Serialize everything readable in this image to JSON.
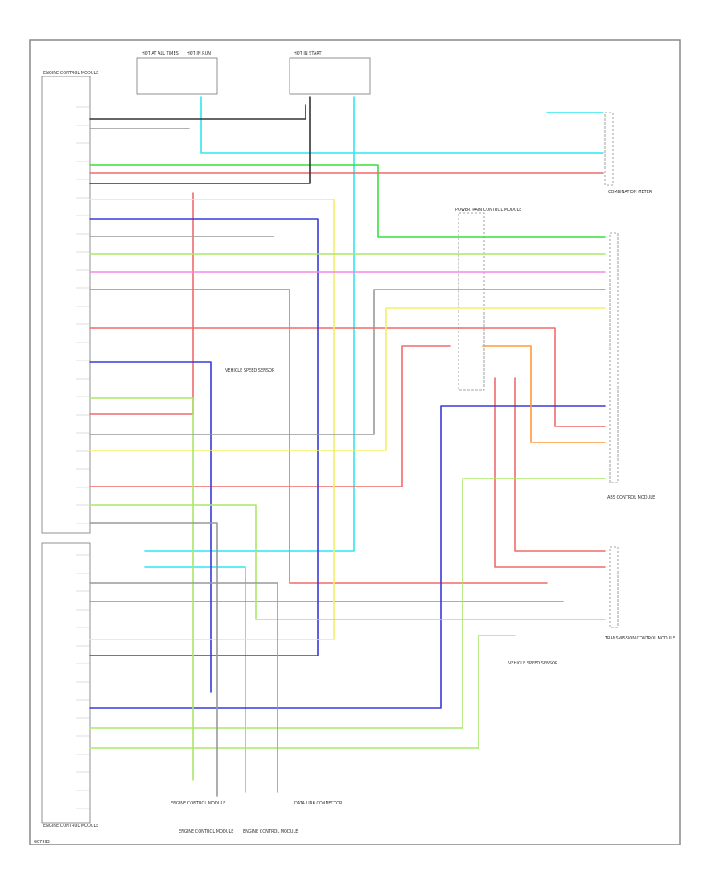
{
  "colors": {
    "lt_blu": "#2fe6ef",
    "lt_grn": "#3adf3a",
    "red": "#f06a6a",
    "blue": "#3a3ad8",
    "yellow": "#f2f266",
    "pink": "#f088e8",
    "orange": "#ff9a3a",
    "lime": "#a8e868",
    "gray": "#999999",
    "black": "#333333"
  },
  "labels": {
    "footer": "G07993",
    "ecm_left": "ENGINE CONTROL MODULE",
    "ecm_lower": "ENGINE CONTROL MODULE",
    "center_module": "POWERTRAIN CONTROL MODULE",
    "connector_note": "VEHICLE SPEED SENSOR",
    "right_top": "COMBINATION METER",
    "right_mid": "ABS CONTROL MODULE",
    "right_low": "TRANSMISSION CONTROL MODULE",
    "bottom_center": "ENGINE CONTROL MODULE",
    "bottom_left": "ENGINE CONTROL MODULE",
    "bottom_right": "DATA LINK CONNECTOR",
    "top_fuse_1": "HOT AT ALL TIMES",
    "top_fuse_2": "HOT IN RUN",
    "top_fuse_3": "HOT IN START"
  }
}
